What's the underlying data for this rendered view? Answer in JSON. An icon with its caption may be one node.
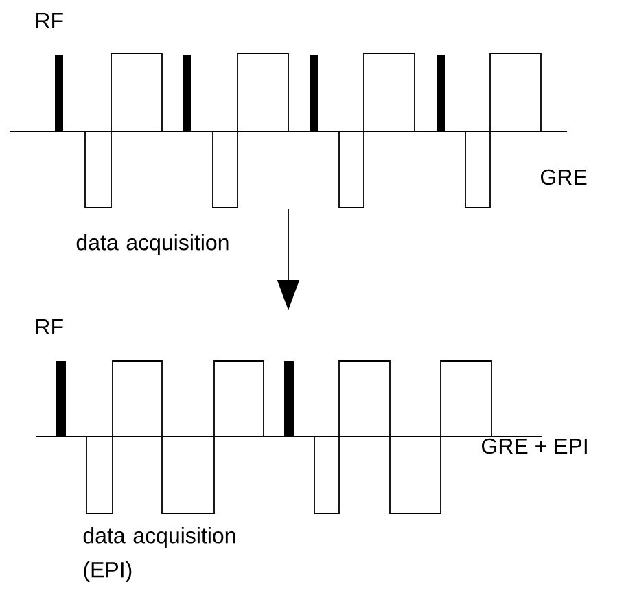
{
  "diagram": {
    "labels": [
      "RF",
      "GRE",
      "data acquisition",
      "RF",
      "GRE + EPI",
      "data acquisition (EPI)"
    ]
  }
}
